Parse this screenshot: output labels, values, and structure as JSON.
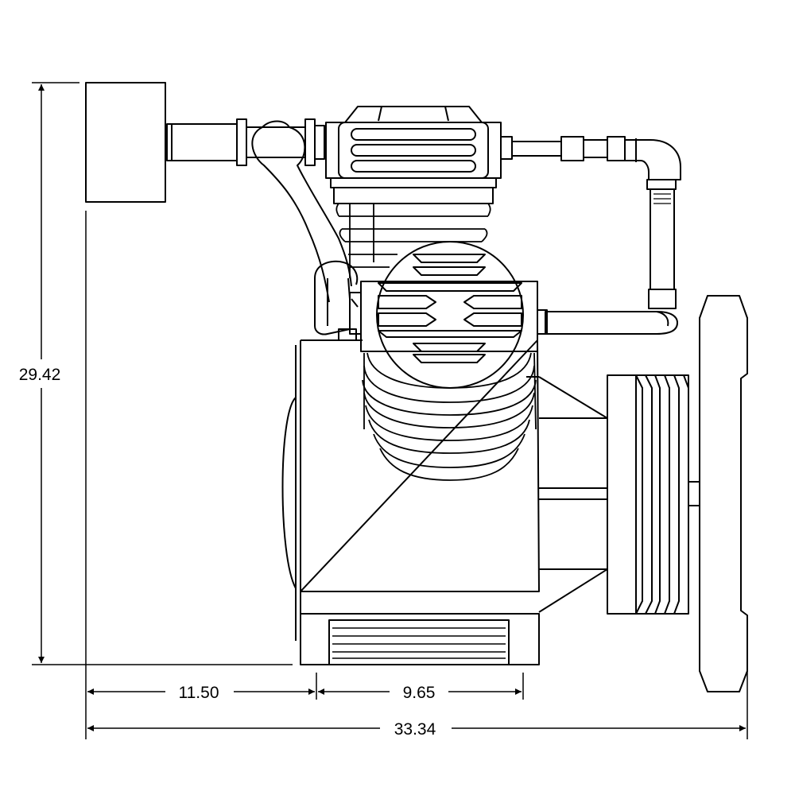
{
  "dimensions": {
    "overall_height": "29.42",
    "left_offset": "11.50",
    "base_width": "9.65",
    "overall_width": "33.34"
  },
  "colors": {
    "line": "#000000",
    "background": "#ffffff"
  }
}
